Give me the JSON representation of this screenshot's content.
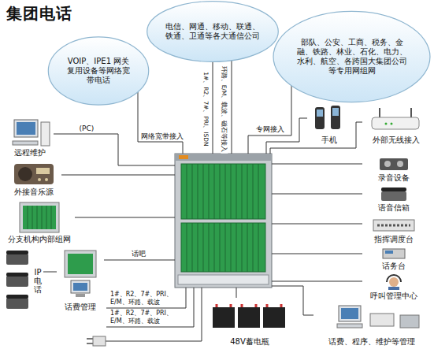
{
  "diagram": {
    "title": "集团电话",
    "nodes": [
      {
        "text": [
          "VOIP、IPE1 网关复用设备等网络宽带电话"
        ]
      },
      {
        "text": [
          "电信、网通、移动、联通、铁通、卫通等各大通信公司"
        ]
      },
      {
        "text": [
          "部队、公安、工商、税务、金融、铁路、林业、石化、电力、水利、航空、各跨国大集团公司等专用网组网"
        ]
      },
      {
        "text": []
      },
      {
        "text": [
          "远程维护"
        ]
      },
      {
        "text": [
          "外接音乐源"
        ]
      },
      {
        "text": [
          "分支机构内部组网"
        ]
      },
      {
        "text": [
          "IP电话"
        ]
      },
      {
        "text": [
          "话费管理"
        ]
      },
      {
        "text": [
          "手机"
        ]
      },
      {
        "text": [
          "外部无线接入"
        ]
      },
      {
        "text": [
          "录音设备"
        ]
      },
      {
        "text": [
          "语音信箱"
        ]
      },
      {
        "text": [
          "指挥调度台"
        ]
      },
      {
        "text": [
          "话务台"
        ]
      },
      {
        "text": [
          "呼叫管理中心"
        ]
      },
      {
        "text": [
          "话费、程序、维护等管理"
        ]
      },
      {
        "text": [
          "48V蓄电瓶"
        ]
      }
    ],
    "edges": [
      {
        "from": 0,
        "to": 3,
        "label": "网络宽带接入",
        "arrow": "none"
      },
      {
        "from": 1,
        "to": 3,
        "label": "1#、R2、7#、PRI、ISDN",
        "arrow": "none"
      },
      {
        "from": 1,
        "to": 3,
        "label": "环路、E/M、载波、磁石等接入",
        "arrow": "none"
      },
      {
        "from": 2,
        "to": 3,
        "label": "专网接入",
        "arrow": "none"
      },
      {
        "from": 3,
        "to": 4,
        "label": "(PC)",
        "arrow": "none"
      },
      {
        "from": 3,
        "to": 5,
        "arrow": "none"
      },
      {
        "from": 3,
        "to": 6,
        "arrow": "none"
      },
      {
        "from": 7,
        "to": 8,
        "arrow": "none"
      },
      {
        "from": 3,
        "to": 8,
        "label": "话吧",
        "arrow": "none"
      },
      {
        "from": 3,
        "to": 9,
        "arrow": "none"
      },
      {
        "from": 3,
        "to": 10,
        "arrow": "none"
      },
      {
        "from": 3,
        "to": 11,
        "arrow": "none"
      },
      {
        "from": 3,
        "to": 12,
        "arrow": "none"
      },
      {
        "from": 3,
        "to": 13,
        "arrow": "none"
      },
      {
        "from": 3,
        "to": 14,
        "arrow": "none"
      },
      {
        "from": 3,
        "to": 15,
        "arrow": "none"
      },
      {
        "from": 3,
        "to": 16,
        "arrow": "none"
      },
      {
        "from": 3,
        "to": 17,
        "arrow": "none"
      }
    ],
    "labels": [
      "1#、R2、7#、PRI、E/M、环路、载波",
      "1#、R2、7#、PRI、E/M、环路、载波"
    ]
  }
}
